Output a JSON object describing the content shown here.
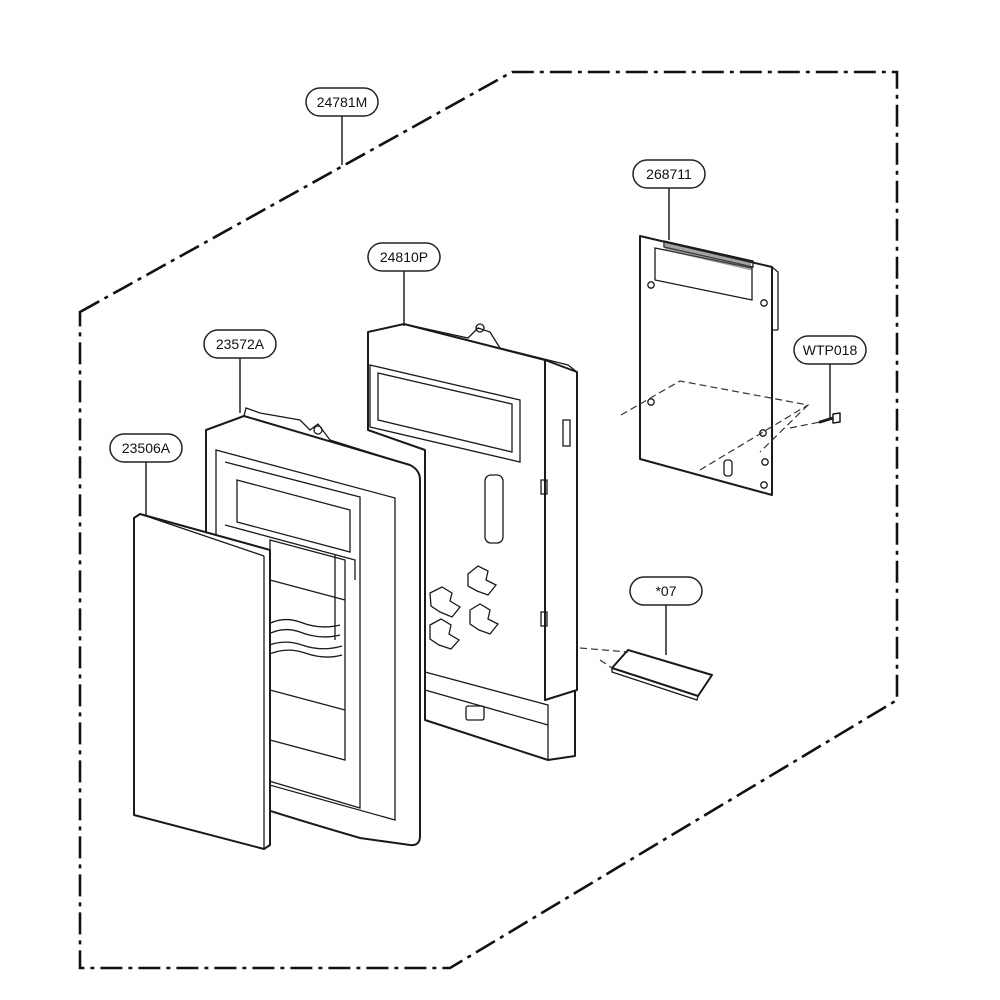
{
  "diagram": {
    "labels": {
      "assembly": "24781M",
      "pcb": "268711",
      "frame": "24810P",
      "panel": "23572A",
      "cover": "23506A",
      "screw": "WTP018",
      "connector": "*07"
    }
  }
}
